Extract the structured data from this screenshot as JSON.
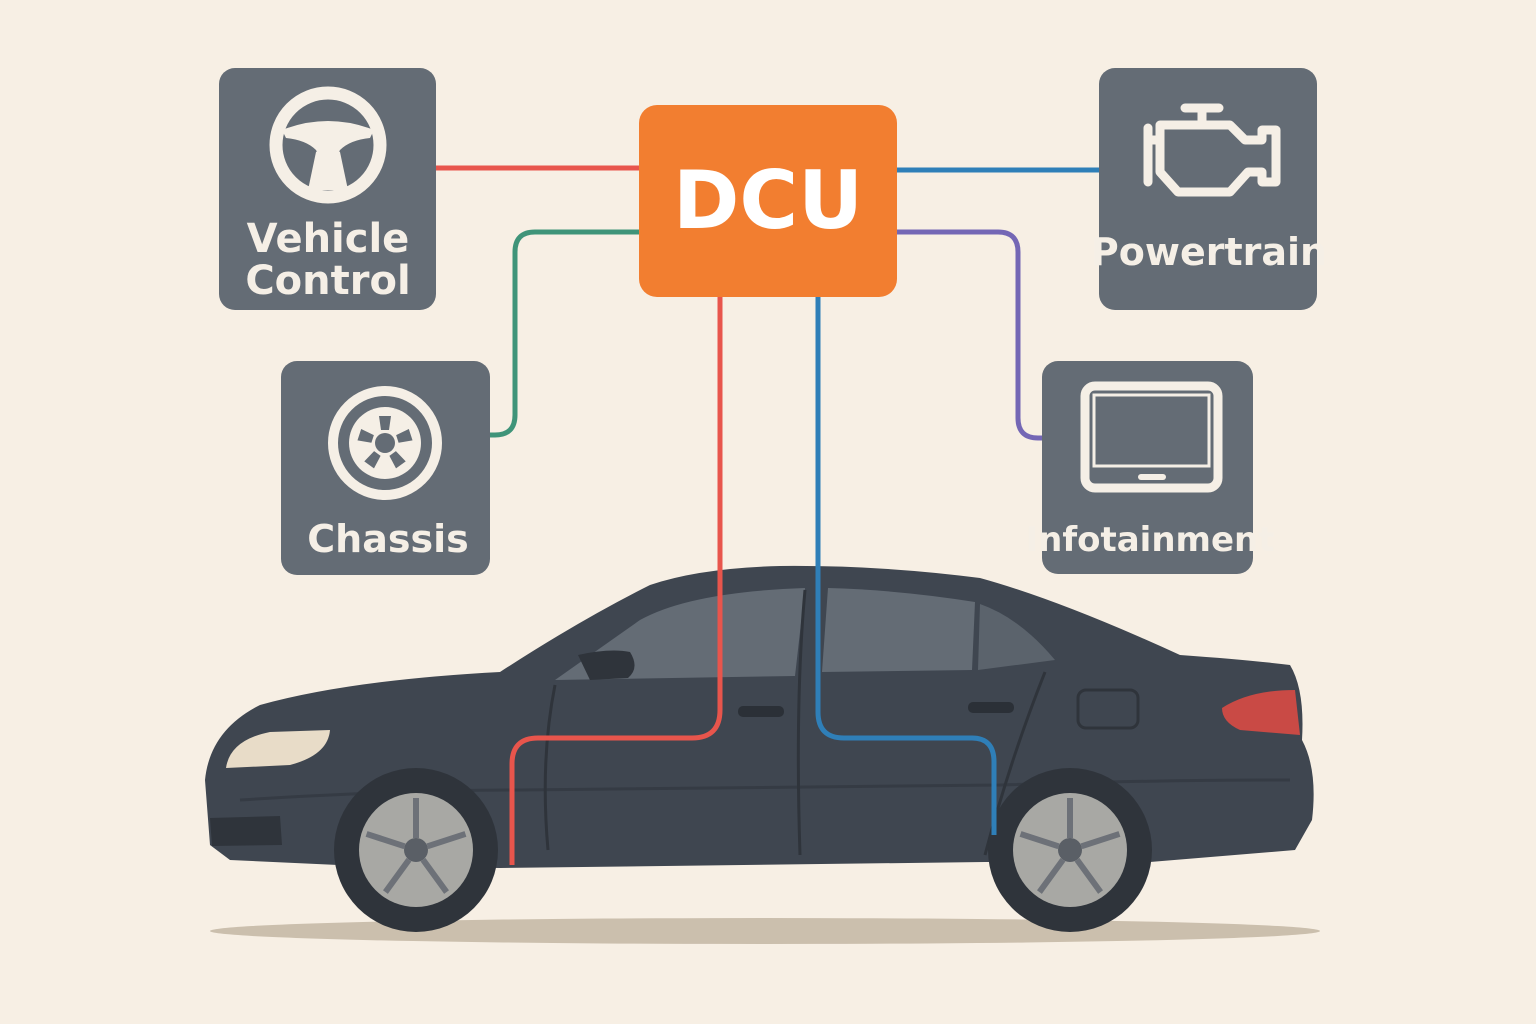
{
  "hub": {
    "label": "DCU"
  },
  "modules": {
    "vehicle_control": {
      "label_line1": "Vehicle",
      "label_line2": "Control",
      "icon": "steering-wheel-icon"
    },
    "chassis": {
      "label": "Chassis",
      "icon": "wheel-icon"
    },
    "powertrain": {
      "label": "Powertrain",
      "icon": "engine-icon"
    },
    "infotainment": {
      "label": "Infotainment",
      "icon": "display-screen-icon"
    }
  },
  "colors": {
    "background": "#f7efe4",
    "module_box": "#646c75",
    "hub": "#f27e30",
    "hub_text": "#ffffff",
    "module_text": "#f5efe6",
    "car_body": "#3f4650",
    "line_vehicle_control": "#e8554c",
    "line_chassis": "#3f9479",
    "line_powertrain": "#2f7fb8",
    "line_infotainment": "#7467b5",
    "line_car_red": "#e8554c",
    "line_car_blue": "#2f7fb8",
    "tail_light": "#c94a45"
  }
}
